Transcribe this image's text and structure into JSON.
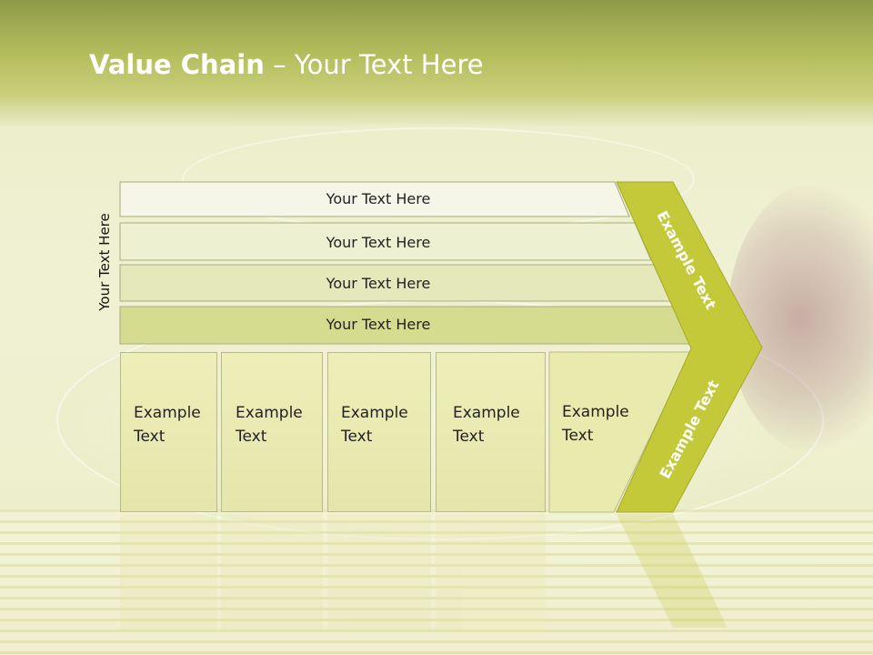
{
  "slide": {
    "title_bold": "Value Chain",
    "title_rest": " – Your Text Here",
    "vertical_label": "Your Text Here"
  },
  "rows": [
    {
      "label": "Your Text Here"
    },
    {
      "label": "Your Text Here"
    },
    {
      "label": "Your Text Here"
    },
    {
      "label": "Your Text Here"
    }
  ],
  "cells": [
    {
      "line1": "Example",
      "line2": "Text"
    },
    {
      "line1": "Example",
      "line2": "Text"
    },
    {
      "line1": "Example",
      "line2": "Text"
    },
    {
      "line1": "Example",
      "line2": "Text"
    },
    {
      "line1": "Example",
      "line2": "Text"
    }
  ],
  "chevron": {
    "upper_text": "Example Text",
    "lower_text": "Example Text"
  },
  "colors": {
    "header": "#b5bf5e",
    "chevron": "#c4c93a",
    "row1": "#f5f6e8",
    "row2": "#eef0d2",
    "row3": "#e5e8bb",
    "row4": "#d6dc8f",
    "cell": "#eeeeb9"
  }
}
